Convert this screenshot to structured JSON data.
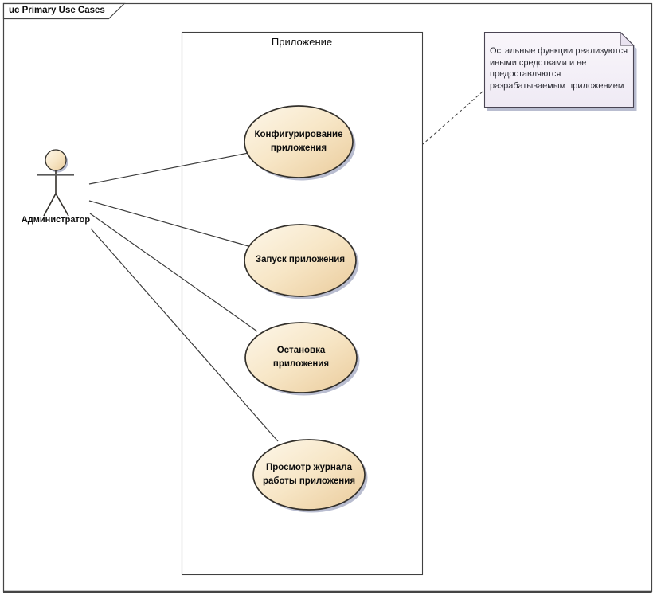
{
  "frame": {
    "title": "uc Primary Use Cases"
  },
  "system_boundary": {
    "label": "Приложение"
  },
  "actor": {
    "label": "Администратор"
  },
  "use_cases": [
    {
      "name": "Конфигурирование приложения",
      "line1": "Конфигурирование",
      "line2": "приложения"
    },
    {
      "name": "Запуск приложения",
      "line1": "Запуск приложения",
      "line2": ""
    },
    {
      "name": "Остановка приложения",
      "line1": "Остановка",
      "line2": "приложения"
    },
    {
      "name": "Просмотр журнала работы приложения",
      "line1": "Просмотр журнала",
      "line2": "работы приложения"
    }
  ],
  "note": {
    "text": "Остальные функции реализуются иными средствами и не предоставляются разрабатываемым приложением",
    "lines": [
      "Остальные функции реализуются",
      "иными средствами и не",
      "предоставляются",
      "разрабатываемым приложением"
    ]
  },
  "relationships": [
    {
      "from": "Администратор",
      "to": "Конфигурирование приложения",
      "type": "association"
    },
    {
      "from": "Администратор",
      "to": "Запуск приложения",
      "type": "association"
    },
    {
      "from": "Администратор",
      "to": "Остановка приложения",
      "type": "association"
    },
    {
      "from": "Администратор",
      "to": "Просмотр журнала работы приложения",
      "type": "association"
    },
    {
      "from": "Остальные функции реализуются иными средствами и не предоставляются разрабатываемым приложением",
      "to": "Приложение",
      "type": "note-link"
    }
  ],
  "colors": {
    "background": "#FFFFFF",
    "use_case_fill_light": "#FDF7EA",
    "use_case_fill_dark": "#EACB9B",
    "use_case_border": "#33302B",
    "shadow": "#B9BDD0",
    "note_fill_light": "#F9F6FB",
    "note_fill_dark": "#EFEAF4",
    "note_border": "#4A4553",
    "note_text": "#2C2C34",
    "connector_line": "#3C3C3C",
    "frame_border": "#454545"
  }
}
